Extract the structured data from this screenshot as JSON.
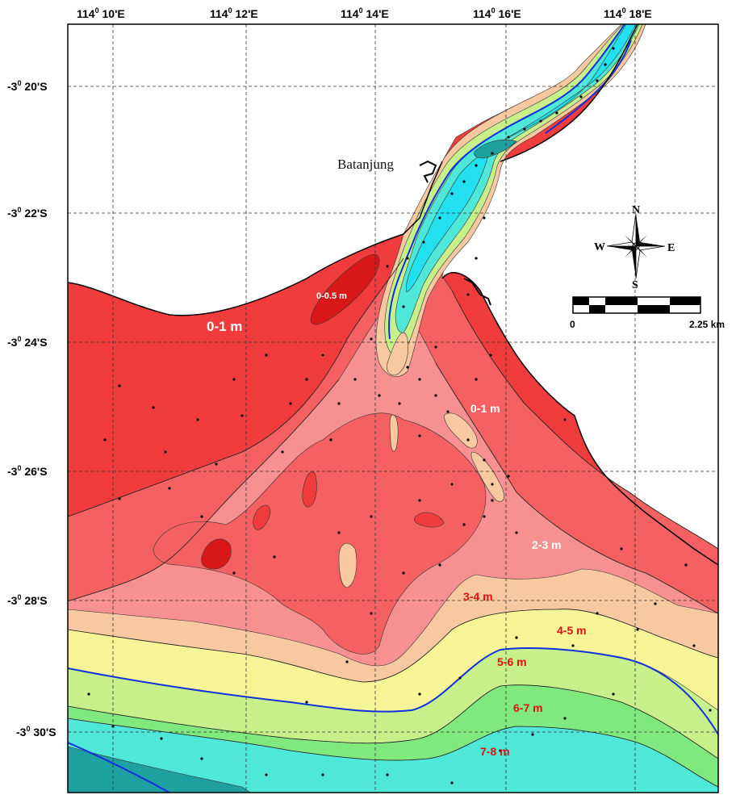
{
  "map": {
    "lon_labels": [
      {
        "deg": "114",
        "sup": "0",
        "min": " 10'E"
      },
      {
        "deg": "114",
        "sup": "0",
        "min": " 12'E"
      },
      {
        "deg": "114",
        "sup": "0",
        "min": " 14'E"
      },
      {
        "deg": "114",
        "sup": "0",
        "min": " 16'E"
      },
      {
        "deg": "114",
        "sup": "0",
        "min": " 18'E"
      }
    ],
    "lat_labels": [
      {
        "deg": "-3",
        "sup": "0",
        "min": " 20'S"
      },
      {
        "deg": "-3",
        "sup": "0",
        "min": " 22'S"
      },
      {
        "deg": "-3",
        "sup": "0",
        "min": " 24'S"
      },
      {
        "deg": "-3",
        "sup": "0",
        "min": " 26'S"
      },
      {
        "deg": "-3",
        "sup": "0",
        "min": " 28'S"
      },
      {
        "deg": "-3",
        "sup": "0",
        "min": " 30'S"
      }
    ],
    "place_name": "Batanjung",
    "depth_labels": {
      "d0_05": "0-0.5 m",
      "d0_1_west": "0-1 m",
      "d0_1_east": "0-1 m",
      "d2_3": "2-3 m",
      "d3_4": "3-4 m",
      "d4_5": "4-5 m",
      "d5_6": "5-6 m",
      "d6_7": "6-7 m",
      "d7_8": "7-8 m"
    },
    "compass": {
      "n": "N",
      "s": "S",
      "e": "E",
      "w": "W"
    },
    "scale": {
      "start": "0",
      "end": "2.25 km"
    },
    "colors": {
      "land": "#ffffff",
      "depth_0_05": "#d81818",
      "depth_0_1": "#f03c3c",
      "depth_1_2": "#f56060",
      "depth_2_3": "#f79090",
      "depth_3_4": "#f8c8a0",
      "depth_4_5": "#f5f598",
      "depth_5_6": "#c8f08a",
      "depth_6_7": "#7fe87f",
      "depth_7_8": "#4fe8d8",
      "depth_8_plus": "#22e0f0",
      "deep_channel": "#1fa0a0",
      "contour_highlight": "#1030e0",
      "label_red": "#e01010",
      "label_white": "#ffffff"
    }
  }
}
